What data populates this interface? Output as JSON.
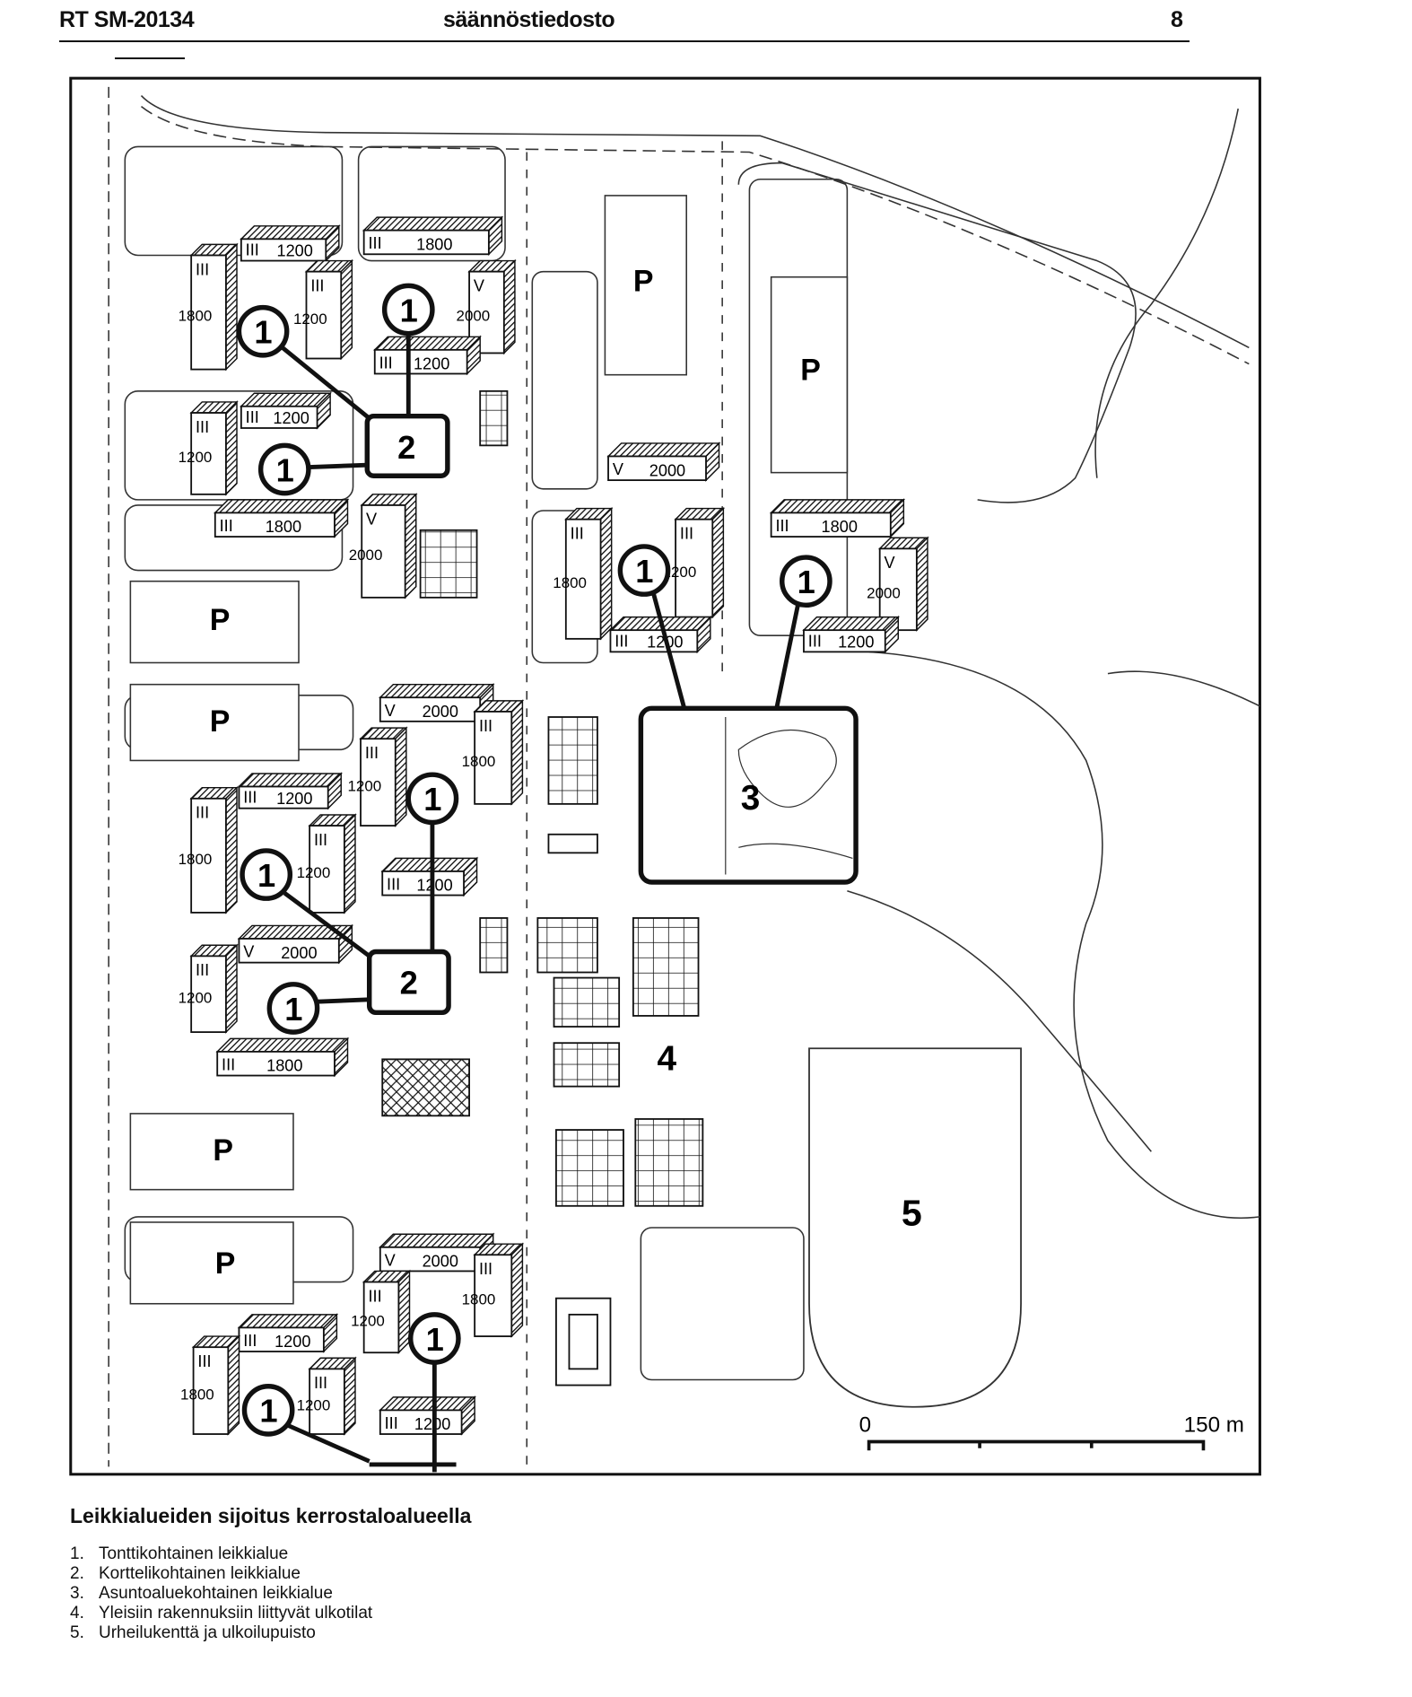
{
  "header": {
    "doc_id": "RT SM-20134",
    "series": "säännöstiedosto",
    "page_number": "8"
  },
  "map": {
    "parking_label": "P",
    "playground_local": "1",
    "playground_block": "2",
    "playground_area": "3",
    "public_outdoor": "4",
    "sports_field": "5",
    "scale_start": "0",
    "scale_end": "150 m",
    "buildings": [
      {
        "floors": "III",
        "area": "1200"
      },
      {
        "floors": "III",
        "area": "1800"
      },
      {
        "floors": "III",
        "area": "1800"
      },
      {
        "floors": "III",
        "area": "1200"
      },
      {
        "floors": "V",
        "area": "2000"
      },
      {
        "floors": "III",
        "area": "1200"
      },
      {
        "floors": "III",
        "area": "1200"
      },
      {
        "floors": "III",
        "area": "1200"
      },
      {
        "floors": "III",
        "area": "1800"
      },
      {
        "floors": "V",
        "area": "2000"
      },
      {
        "floors": "V",
        "area": "2000"
      },
      {
        "floors": "III",
        "area": "1800"
      },
      {
        "floors": "III",
        "area": "1200"
      },
      {
        "floors": "III",
        "area": "1200"
      },
      {
        "floors": "III",
        "area": "1800"
      },
      {
        "floors": "V",
        "area": "2000"
      },
      {
        "floors": "III",
        "area": "1200"
      },
      {
        "floors": "V",
        "area": "2000"
      },
      {
        "floors": "III",
        "area": "1800"
      },
      {
        "floors": "III",
        "area": "1200"
      },
      {
        "floors": "III",
        "area": "1200"
      },
      {
        "floors": "III",
        "area": "1800"
      },
      {
        "floors": "III",
        "area": "1200"
      },
      {
        "floors": "III",
        "area": "1200"
      },
      {
        "floors": "V",
        "area": "2000"
      },
      {
        "floors": "III",
        "area": "1200"
      },
      {
        "floors": "III",
        "area": "1800"
      },
      {
        "floors": "V",
        "area": "2000"
      },
      {
        "floors": "III",
        "area": "1800"
      },
      {
        "floors": "III",
        "area": "1200"
      },
      {
        "floors": "III",
        "area": "1200"
      },
      {
        "floors": "III",
        "area": "1800"
      },
      {
        "floors": "III",
        "area": "1200"
      },
      {
        "floors": "III",
        "area": "1200"
      }
    ]
  },
  "caption": {
    "title": "Leikkialueiden sijoitus kerrostaloalueella",
    "items": [
      {
        "num": "1.",
        "text": "Tonttikohtainen leikkialue"
      },
      {
        "num": "2.",
        "text": "Korttelikohtainen leikkialue"
      },
      {
        "num": "3.",
        "text": "Asuntoaluekohtainen leikkialue"
      },
      {
        "num": "4.",
        "text": "Yleisiin rakennuksiin liittyvät ulkotilat"
      },
      {
        "num": "5.",
        "text": "Urheilukenttä ja ulkoilupuisto"
      }
    ]
  }
}
